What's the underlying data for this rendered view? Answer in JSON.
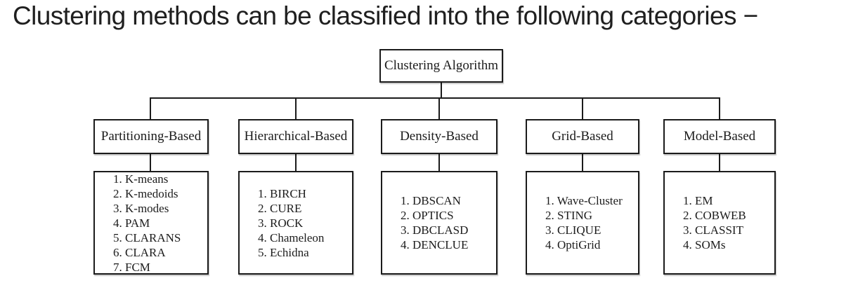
{
  "page": {
    "title": "Clustering methods can be classified into the following categories −"
  },
  "diagram": {
    "root": {
      "label": "Clustering Algorithm"
    },
    "columns": [
      {
        "label": "Partitioning-Based",
        "items": [
          "1. K-means",
          "2. K-medoids",
          "3. K-modes",
          "4. PAM",
          "5. CLARANS",
          "6. CLARA",
          "7. FCM"
        ]
      },
      {
        "label": "Hierarchical-Based",
        "items": [
          "1. BIRCH",
          "2. CURE",
          "3. ROCK",
          "4. Chameleon",
          "5. Echidna"
        ]
      },
      {
        "label": "Density-Based",
        "items": [
          "1. DBSCAN",
          "2. OPTICS",
          "3. DBCLASD",
          "4. DENCLUE"
        ]
      },
      {
        "label": "Grid-Based",
        "items": [
          "1. Wave-Cluster",
          "2. STING",
          "3. CLIQUE",
          "4. OptiGrid"
        ]
      },
      {
        "label": "Model-Based",
        "items": [
          "1. EM",
          "2. COBWEB",
          "3. CLASSIT",
          "4. SOMs"
        ]
      }
    ]
  }
}
